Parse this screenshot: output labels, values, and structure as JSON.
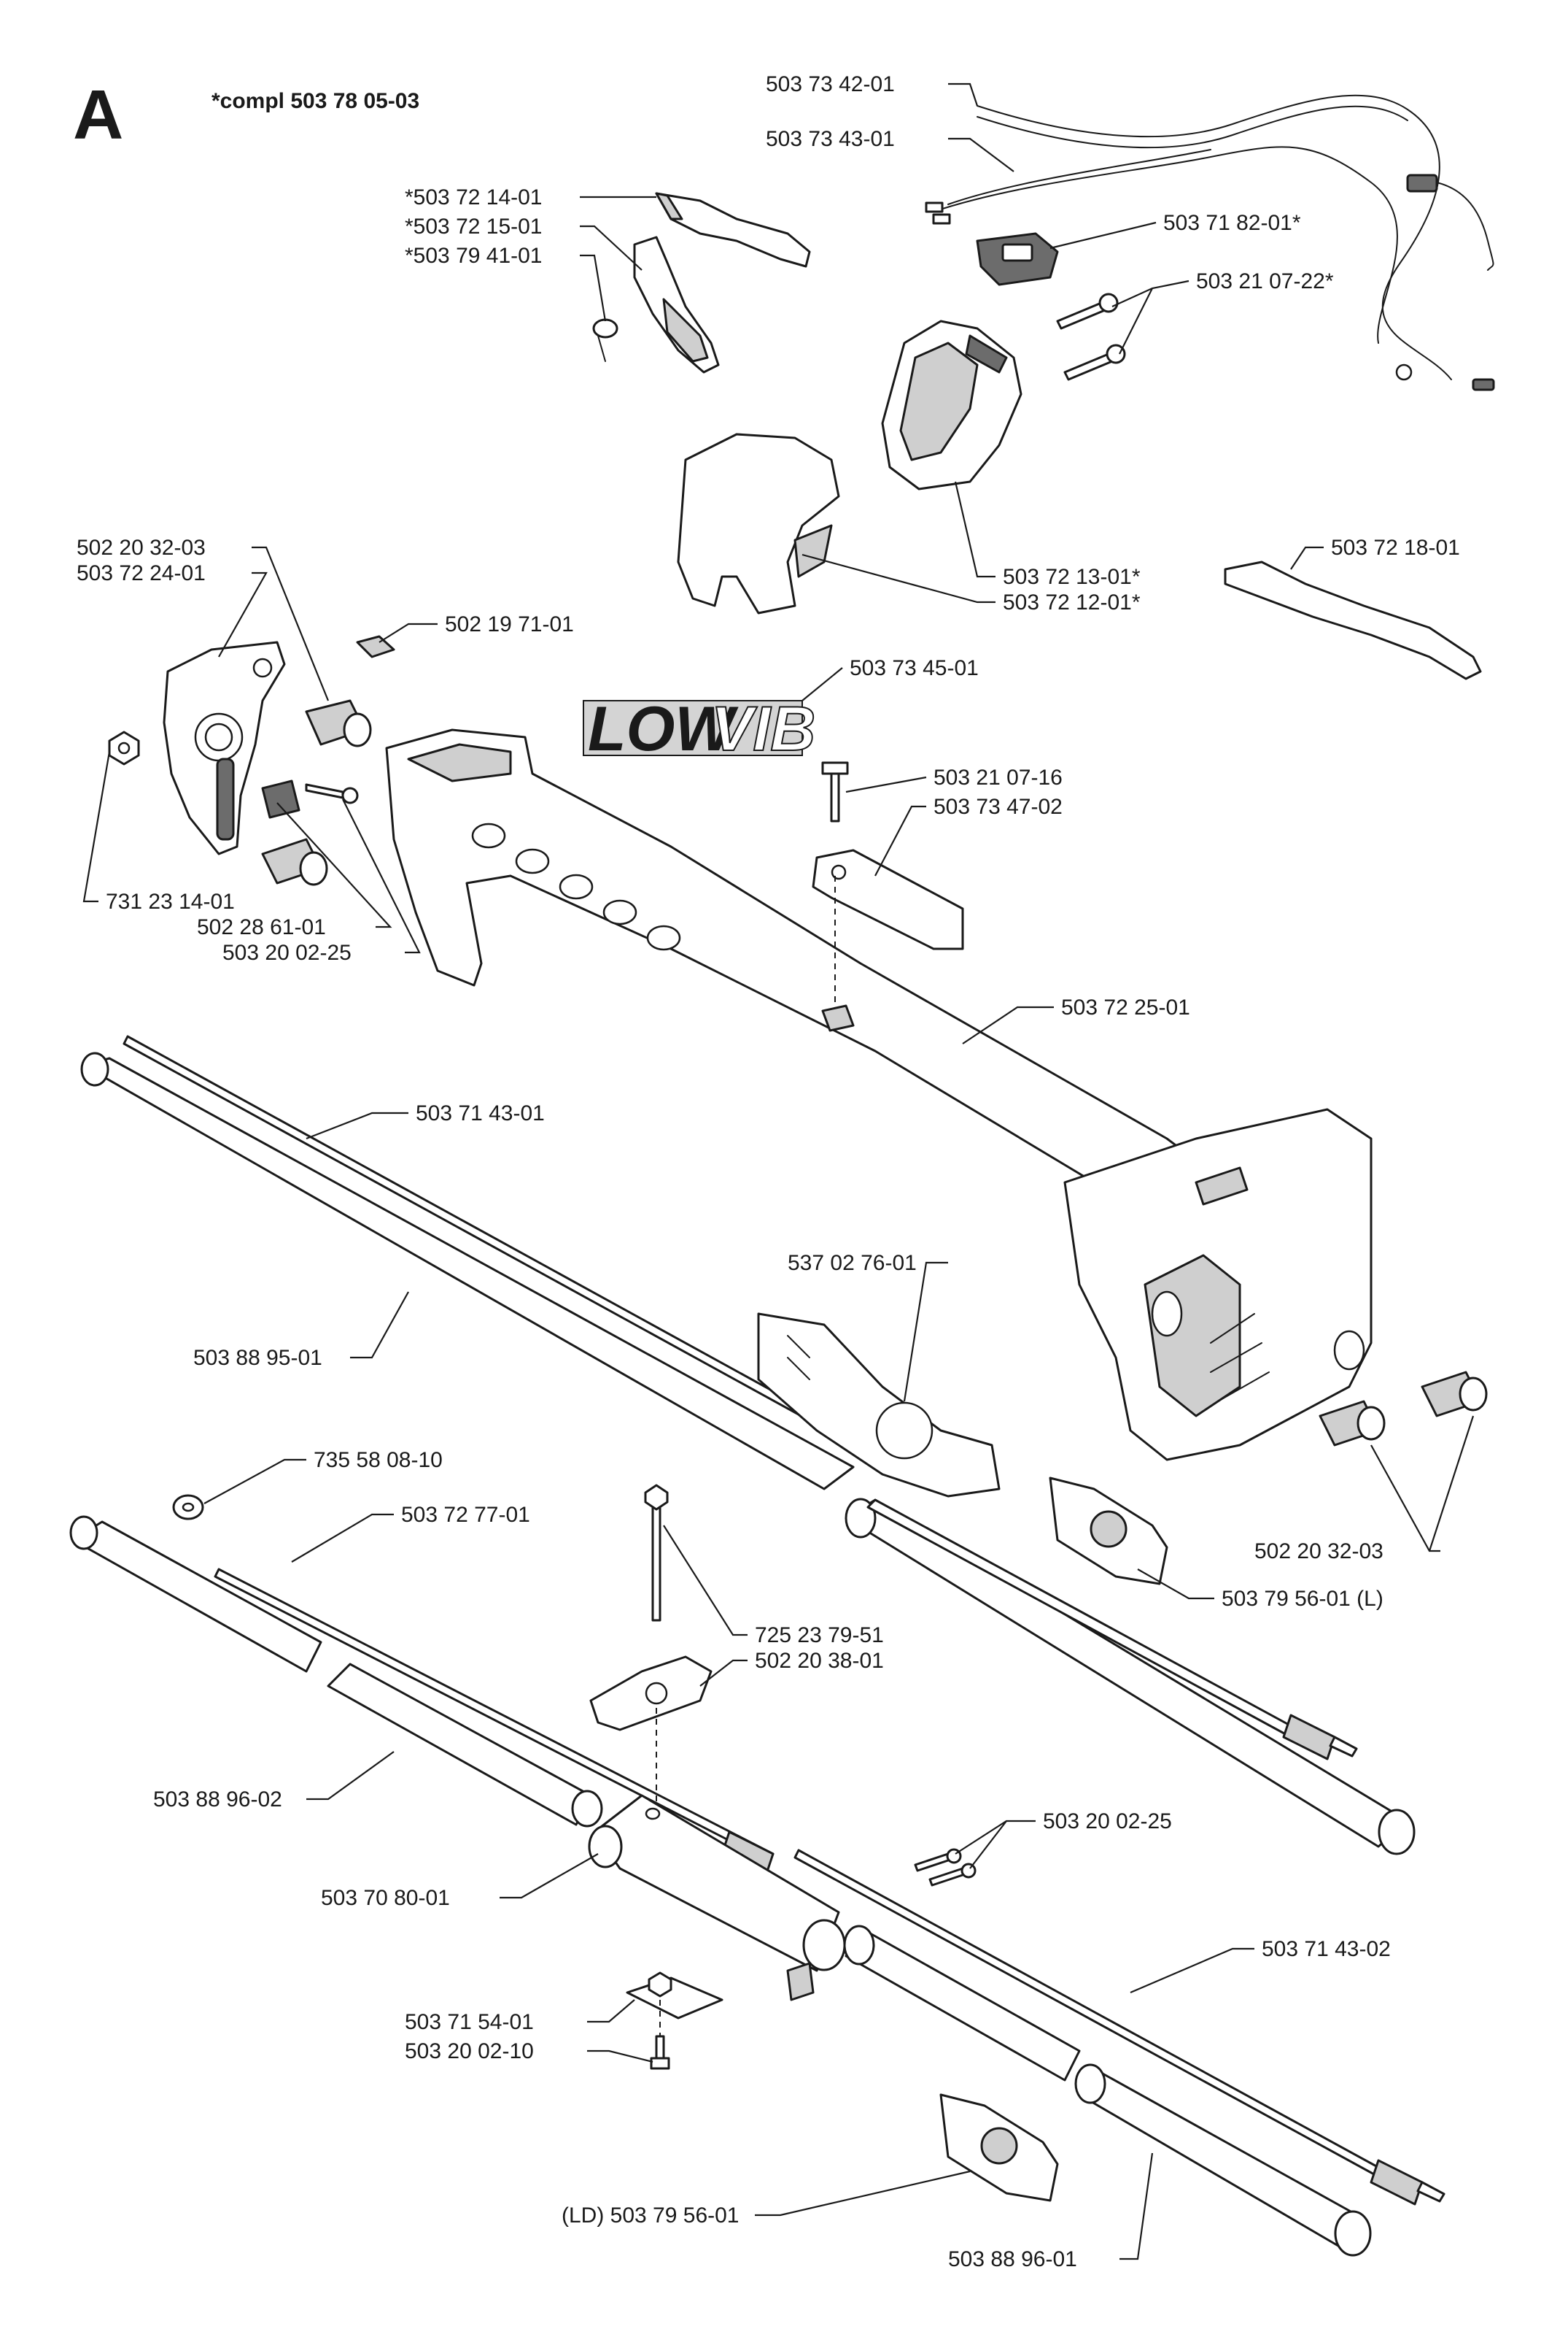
{
  "header": {
    "section_letter": "A",
    "complete_assembly": "*compl 503 78 05-03"
  },
  "logo": {
    "left_text": "LOW",
    "right_text": "VIB"
  },
  "labels": [
    {
      "id": "l01",
      "text": "503 73 42-01"
    },
    {
      "id": "l02",
      "text": "503 73 43-01"
    },
    {
      "id": "l03",
      "text": "*503 72 14-01"
    },
    {
      "id": "l04",
      "text": "*503 72 15-01"
    },
    {
      "id": "l05",
      "text": "*503 79 41-01"
    },
    {
      "id": "l06",
      "text": "503 71 82-01*"
    },
    {
      "id": "l07",
      "text": "503 21 07-22*"
    },
    {
      "id": "l08",
      "text": "502 20 32-03"
    },
    {
      "id": "l09",
      "text": "503 72 24-01"
    },
    {
      "id": "l10",
      "text": "502 19 71-01"
    },
    {
      "id": "l11",
      "text": "503 72 13-01*"
    },
    {
      "id": "l12",
      "text": "503 72 12-01*"
    },
    {
      "id": "l13",
      "text": "503 72 18-01"
    },
    {
      "id": "l14",
      "text": "503 73 45-01"
    },
    {
      "id": "l15",
      "text": "503 21 07-16"
    },
    {
      "id": "l16",
      "text": "503 73 47-02"
    },
    {
      "id": "l17",
      "text": "731 23 14-01"
    },
    {
      "id": "l18",
      "text": "502 28 61-01"
    },
    {
      "id": "l19",
      "text": "503 20 02-25"
    },
    {
      "id": "l20",
      "text": "503 72 25-01"
    },
    {
      "id": "l21",
      "text": "503 71 43-01"
    },
    {
      "id": "l22",
      "text": "537 02 76-01"
    },
    {
      "id": "l23",
      "text": "503 88 95-01"
    },
    {
      "id": "l24",
      "text": "735 58 08-10"
    },
    {
      "id": "l25",
      "text": "503 72 77-01"
    },
    {
      "id": "l26",
      "text": "502 20 32-03"
    },
    {
      "id": "l27",
      "text": "503 79 56-01 (L)"
    },
    {
      "id": "l28",
      "text": "725 23 79-51"
    },
    {
      "id": "l29",
      "text": "502 20 38-01"
    },
    {
      "id": "l30",
      "text": "503 88 96-02"
    },
    {
      "id": "l31",
      "text": "503 20 02-25"
    },
    {
      "id": "l32",
      "text": "503 70 80-01"
    },
    {
      "id": "l33",
      "text": "503 71 43-02"
    },
    {
      "id": "l34",
      "text": "503 71 54-01"
    },
    {
      "id": "l35",
      "text": "503 20 02-10"
    },
    {
      "id": "l36",
      "text": "(LD) 503 79 56-01"
    },
    {
      "id": "l37",
      "text": "503 88 96-01"
    }
  ]
}
